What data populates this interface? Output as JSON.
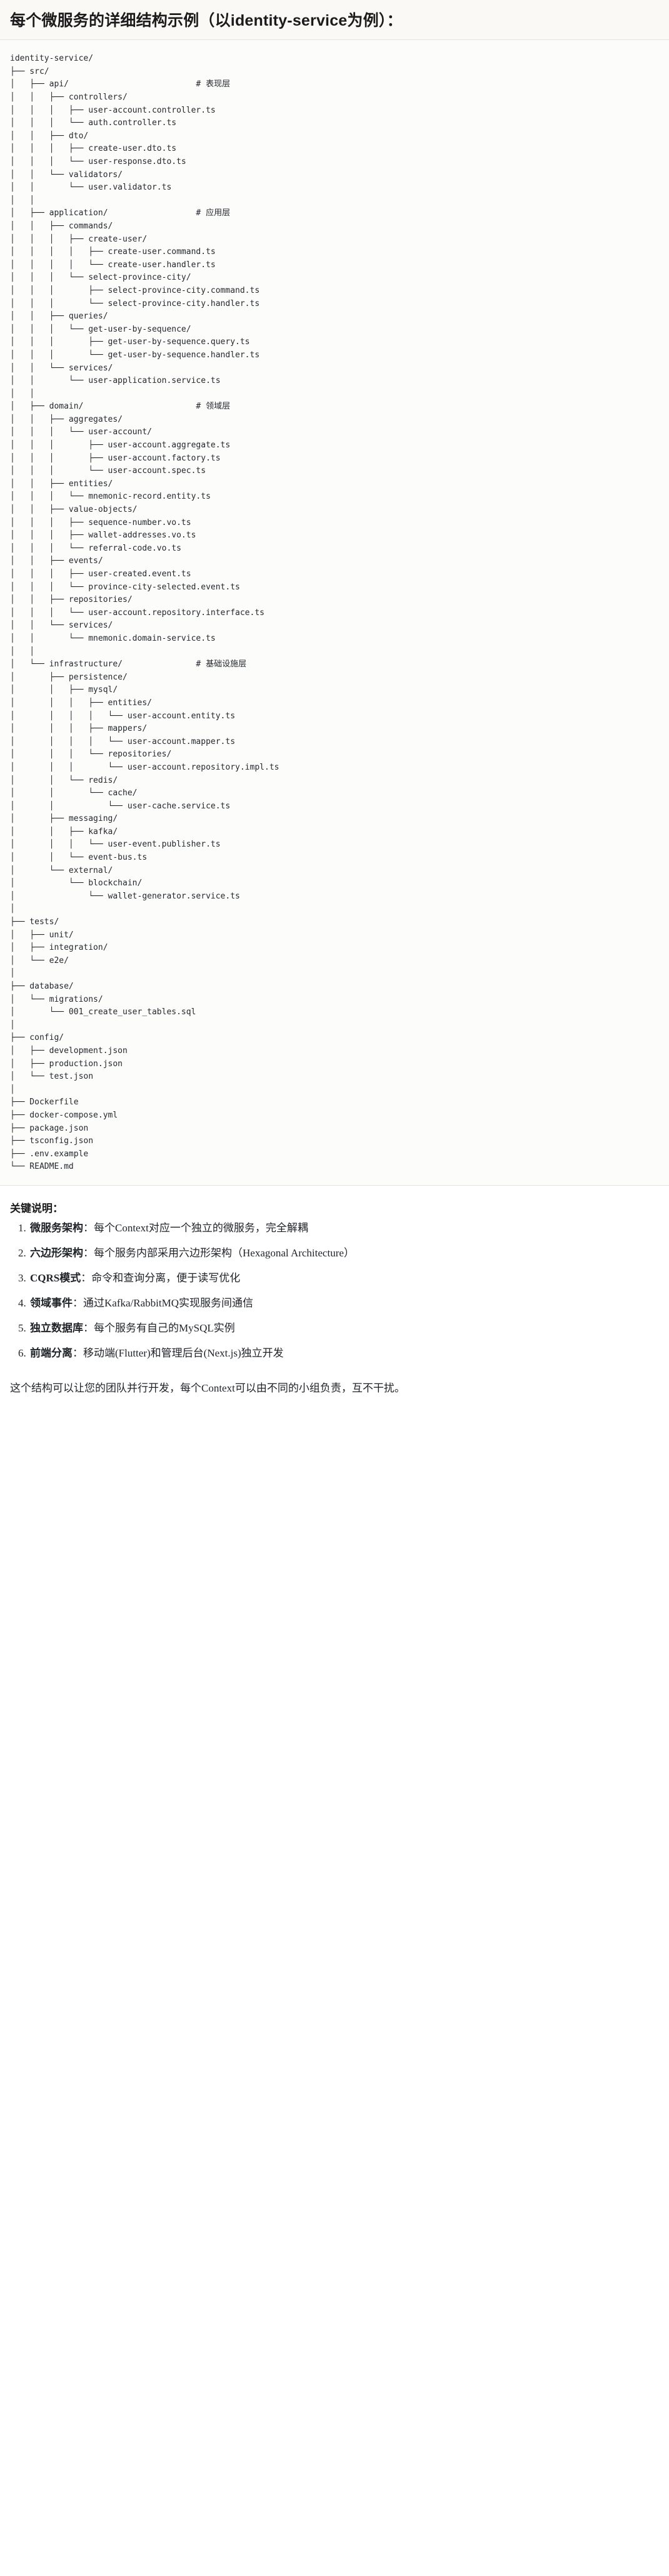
{
  "heading": "每个微服务的详细结构示例（以identity-service为例）：",
  "tree": {
    "root": "identity-service/",
    "lines": [
      "identity-service/",
      "├── src/",
      "│   ├── api/                          # 表现层",
      "│   │   ├── controllers/",
      "│   │   │   ├── user-account.controller.ts",
      "│   │   │   └── auth.controller.ts",
      "│   │   ├── dto/",
      "│   │   │   ├── create-user.dto.ts",
      "│   │   │   └── user-response.dto.ts",
      "│   │   └── validators/",
      "│   │       └── user.validator.ts",
      "│   │",
      "│   ├── application/                  # 应用层",
      "│   │   ├── commands/",
      "│   │   │   ├── create-user/",
      "│   │   │   │   ├── create-user.command.ts",
      "│   │   │   │   └── create-user.handler.ts",
      "│   │   │   └── select-province-city/",
      "│   │   │       ├── select-province-city.command.ts",
      "│   │   │       └── select-province-city.handler.ts",
      "│   │   ├── queries/",
      "│   │   │   └── get-user-by-sequence/",
      "│   │   │       ├── get-user-by-sequence.query.ts",
      "│   │   │       └── get-user-by-sequence.handler.ts",
      "│   │   └── services/",
      "│   │       └── user-application.service.ts",
      "│   │",
      "│   ├── domain/                       # 领域层",
      "│   │   ├── aggregates/",
      "│   │   │   └── user-account/",
      "│   │   │       ├── user-account.aggregate.ts",
      "│   │   │       ├── user-account.factory.ts",
      "│   │   │       └── user-account.spec.ts",
      "│   │   ├── entities/",
      "│   │   │   └── mnemonic-record.entity.ts",
      "│   │   ├── value-objects/",
      "│   │   │   ├── sequence-number.vo.ts",
      "│   │   │   ├── wallet-addresses.vo.ts",
      "│   │   │   └── referral-code.vo.ts",
      "│   │   ├── events/",
      "│   │   │   ├── user-created.event.ts",
      "│   │   │   └── province-city-selected.event.ts",
      "│   │   ├── repositories/",
      "│   │   │   └── user-account.repository.interface.ts",
      "│   │   └── services/",
      "│   │       └── mnemonic.domain-service.ts",
      "│   │",
      "│   └── infrastructure/               # 基础设施层",
      "│       ├── persistence/",
      "│       │   ├── mysql/",
      "│       │   │   ├── entities/",
      "│       │   │   │   └── user-account.entity.ts",
      "│       │   │   ├── mappers/",
      "│       │   │   │   └── user-account.mapper.ts",
      "│       │   │   └── repositories/",
      "│       │   │       └── user-account.repository.impl.ts",
      "│       │   └── redis/",
      "│       │       └── cache/",
      "│       │           └── user-cache.service.ts",
      "│       ├── messaging/",
      "│       │   ├── kafka/",
      "│       │   │   └── user-event.publisher.ts",
      "│       │   └── event-bus.ts",
      "│       └── external/",
      "│           └── blockchain/",
      "│               └── wallet-generator.service.ts",
      "│",
      "├── tests/",
      "│   ├── unit/",
      "│   ├── integration/",
      "│   └── e2e/",
      "│",
      "├── database/",
      "│   └── migrations/",
      "│       └── 001_create_user_tables.sql",
      "│",
      "├── config/",
      "│   ├── development.json",
      "│   ├── production.json",
      "│   └── test.json",
      "│",
      "├── Dockerfile",
      "├── docker-compose.yml",
      "├── package.json",
      "├── tsconfig.json",
      "├── .env.example",
      "└── README.md"
    ],
    "layer_comments": [
      {
        "path": "api/",
        "comment": "# 表现层"
      },
      {
        "path": "application/",
        "comment": "# 应用层"
      },
      {
        "path": "domain/",
        "comment": "# 领域层"
      },
      {
        "path": "infrastructure/",
        "comment": "# 基础设施层"
      }
    ]
  },
  "key_points": {
    "title": "关键说明：",
    "items": [
      {
        "term": "微服务架构",
        "desc": "：每个Context对应一个独立的微服务，完全解耦"
      },
      {
        "term": "六边形架构",
        "desc": "：每个服务内部采用六边形架构（Hexagonal Architecture）"
      },
      {
        "term": "CQRS模式",
        "desc": "：命令和查询分离，便于读写优化"
      },
      {
        "term": "领域事件",
        "desc": "：通过Kafka/RabbitMQ实现服务间通信"
      },
      {
        "term": "独立数据库",
        "desc": "：每个服务有自己的MySQL实例"
      },
      {
        "term": "前端分离",
        "desc": "：移动端(Flutter)和管理后台(Next.js)独立开发"
      }
    ],
    "closing": "这个结构可以让您的团队并行开发，每个Context可以由不同的小组负责，互不干扰。"
  }
}
